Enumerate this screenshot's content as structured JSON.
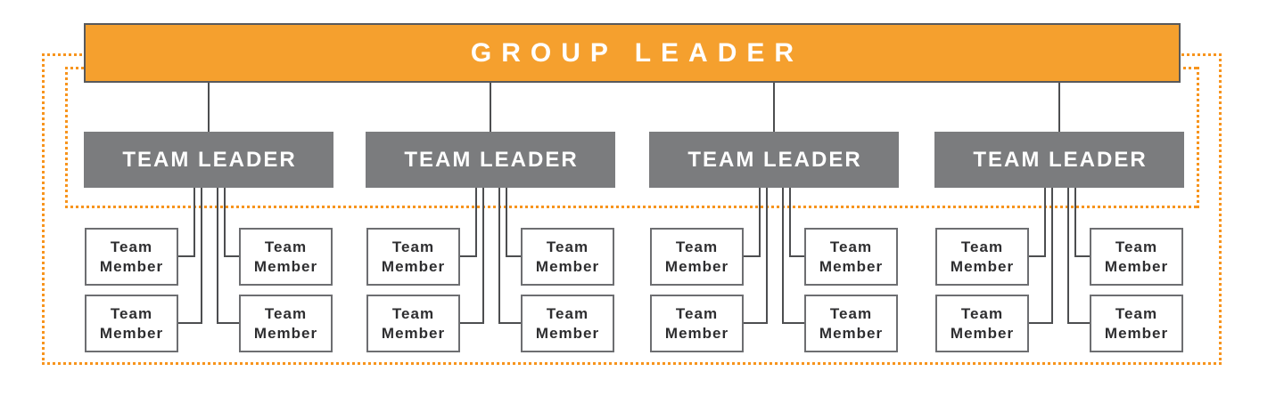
{
  "colors": {
    "group_leader_fill": "#F5A02E",
    "dotted_border": "#F7941D",
    "team_leader_fill": "#7B7C7E",
    "box_border_dark": "#58595B",
    "connector_line": "#4D4E50",
    "member_box_border": "#6D6E71",
    "member_text": "#2E2E30"
  },
  "group_leader": {
    "label": "GROUP LEADER"
  },
  "groups": [
    {
      "leader": "TEAM LEADER",
      "members": [
        "Team\nMember",
        "Team\nMember",
        "Team\nMember",
        "Team\nMember"
      ]
    },
    {
      "leader": "TEAM LEADER",
      "members": [
        "Team\nMember",
        "Team\nMember",
        "Team\nMember",
        "Team\nMember"
      ]
    },
    {
      "leader": "TEAM LEADER",
      "members": [
        "Team\nMember",
        "Team\nMember",
        "Team\nMember",
        "Team\nMember"
      ]
    },
    {
      "leader": "TEAM LEADER",
      "members": [
        "Team\nMember",
        "Team\nMember",
        "Team\nMember",
        "Team\nMember"
      ]
    }
  ]
}
